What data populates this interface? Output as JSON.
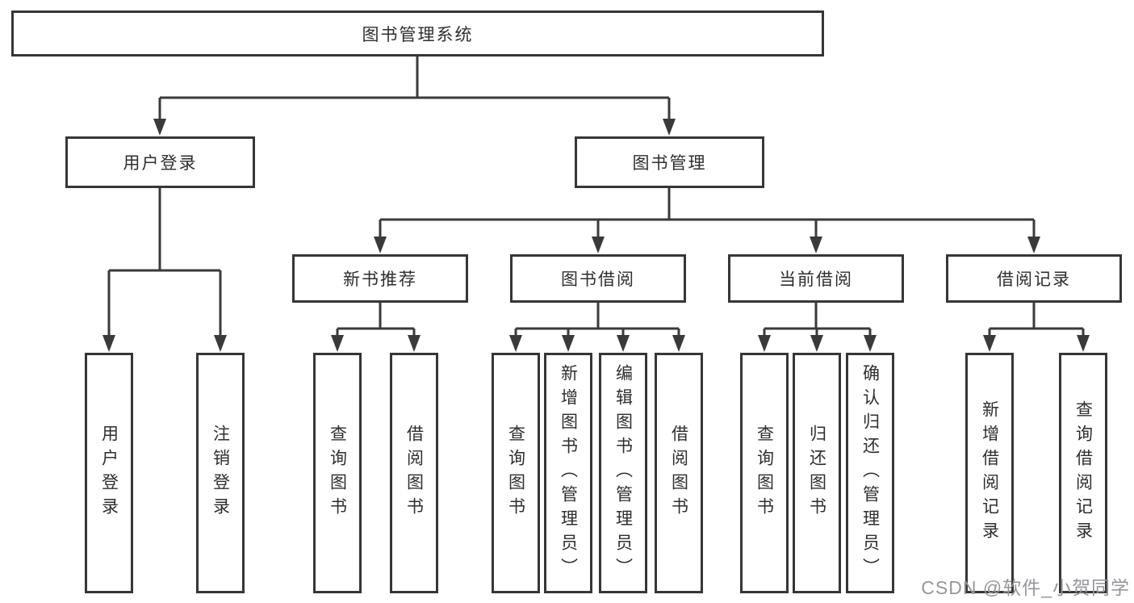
{
  "diagram": {
    "type": "hierarchy-tree",
    "root": {
      "label": "图书管理系统",
      "children": [
        {
          "label": "用户登录",
          "children": [
            {
              "label": "用户登录"
            },
            {
              "label": "注销登录"
            }
          ]
        },
        {
          "label": "图书管理",
          "children": [
            {
              "label": "新书推荐",
              "children": [
                {
                  "label": "查询图书"
                },
                {
                  "label": "借阅图书"
                }
              ]
            },
            {
              "label": "图书借阅",
              "children": [
                {
                  "label": "查询图书"
                },
                {
                  "label": "新增图书（管理员）"
                },
                {
                  "label": "编辑图书（管理员）"
                },
                {
                  "label": "借阅图书"
                }
              ]
            },
            {
              "label": "当前借阅",
              "children": [
                {
                  "label": "查询图书"
                },
                {
                  "label": "归还图书"
                },
                {
                  "label": "确认归还（管理员）"
                }
              ]
            },
            {
              "label": "借阅记录",
              "children": [
                {
                  "label": "新增借阅记录"
                },
                {
                  "label": "查询借阅记录"
                }
              ]
            }
          ]
        }
      ]
    }
  },
  "watermark": {
    "text": "CSDN @软件_小贺同学"
  },
  "colors": {
    "line": "#3a3a3a",
    "border": "#363636",
    "text": "#2e2e2e",
    "bg": "#ffffff",
    "watermark": "#95969b"
  }
}
